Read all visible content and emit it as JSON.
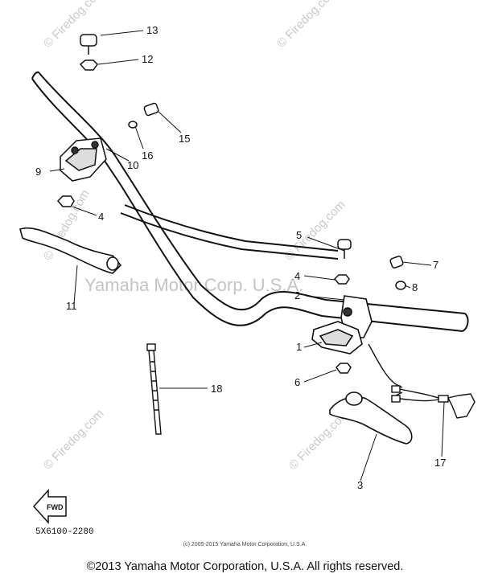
{
  "callouts": {
    "c1": "1",
    "c2": "2",
    "c3": "3",
    "c4a": "4",
    "c4b": "4",
    "c5": "5",
    "c6": "6",
    "c7": "7",
    "c8": "8",
    "c9": "9",
    "c10": "10",
    "c11": "11",
    "c12": "12",
    "c13": "13",
    "c15": "15",
    "c16": "16",
    "c17": "17",
    "c18": "18"
  },
  "diagram_code": "5X6100-2280",
  "fwd_label": "FWD",
  "watermarks": {
    "site": "© Firedog.com",
    "center": "Yamaha Motor Corp. U.S.A."
  },
  "fine_print": "(c) 2005-2015 Yamaha Motor Corporation, U.S.A.",
  "copyright": "©2013 Yamaha Motor Corporation, U.S.A. All rights reserved."
}
